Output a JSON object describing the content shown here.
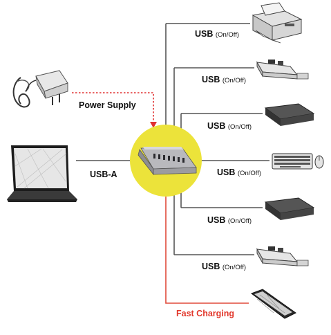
{
  "labels": {
    "power_supply": "Power Supply",
    "usb_a": "USB-A",
    "fast_charging": "Fast Charging"
  },
  "ports": [
    {
      "name": "USB",
      "suffix": "(On/Off)",
      "device": "printer-icon"
    },
    {
      "name": "USB",
      "suffix": "(On/Off)",
      "device": "card-reader-icon"
    },
    {
      "name": "USB",
      "suffix": "(On/Off)",
      "device": "external-drive-icon"
    },
    {
      "name": "USB",
      "suffix": "(On/Off)",
      "device": "keyboard-mouse-icon"
    },
    {
      "name": "USB",
      "suffix": "(On/Off)",
      "device": "external-drive-icon"
    },
    {
      "name": "USB",
      "suffix": "(On/Off)",
      "device": "card-reader-icon"
    }
  ],
  "colors": {
    "hub_circle": "#ece33a",
    "wire": "#555555",
    "power_line": "#e03030",
    "fast_charge_line": "#e04a3a",
    "fast_charge_text": "#e2382c"
  }
}
